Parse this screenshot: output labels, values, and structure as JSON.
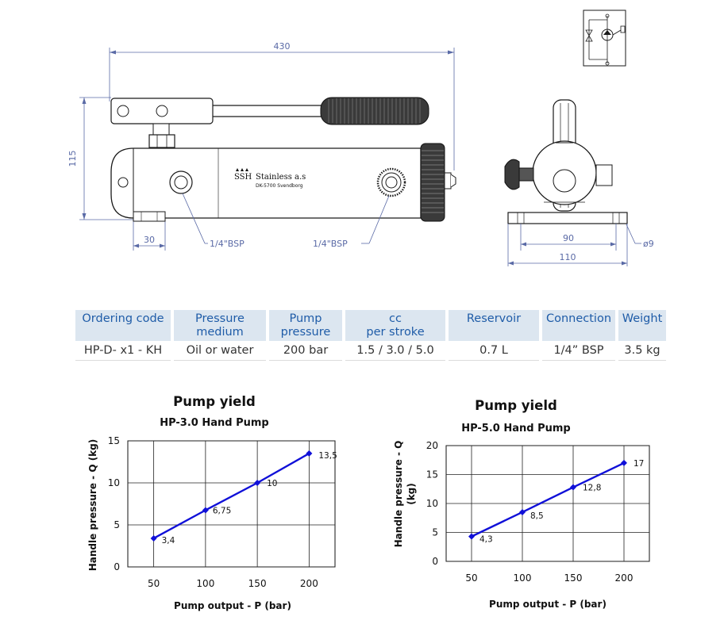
{
  "drawing": {
    "dims": {
      "length": "430",
      "height": "115",
      "foot": "30",
      "base_inner": "90",
      "base_outer": "110",
      "hole": "ø9"
    },
    "port_left": "1/4\"BSP",
    "port_right": "1/4\"BSP",
    "nameplate": {
      "logo": "SSH",
      "company": "Stainless a.s",
      "address": "DK-5700 Svendborg"
    }
  },
  "table": {
    "headers": [
      [
        "Ordering code"
      ],
      [
        "Pressure",
        "medium"
      ],
      [
        "Pump",
        "pressure"
      ],
      [
        "cc",
        "per stroke"
      ],
      [
        "Reservoir"
      ],
      [
        "Connection"
      ],
      [
        "Weight"
      ]
    ],
    "row": [
      "HP-D- x1 - KH",
      "Oil or water",
      "200 bar",
      "1.5 / 3.0 / 5.0",
      "0.7 L",
      "1/4” BSP",
      "3.5 kg"
    ]
  },
  "chart_data": [
    {
      "type": "line",
      "title": "Pump yield",
      "subtitle": "HP-3.0 Hand Pump",
      "xlabel": "Pump output - P (bar)",
      "ylabel": "Handle pressure - Q (kg)",
      "x": [
        50,
        100,
        150,
        200
      ],
      "values": [
        3.4,
        6.75,
        10,
        13.5
      ],
      "data_labels": [
        "3,4",
        "6,75",
        "10",
        "13,5"
      ],
      "xticks": [
        "50",
        "100",
        "150",
        "200"
      ],
      "yticks": [
        "0",
        "5",
        "10",
        "15"
      ],
      "xlim": [
        25,
        225
      ],
      "ylim": [
        0,
        15
      ],
      "grid": true,
      "line_color": "#1010d8"
    },
    {
      "type": "line",
      "title": "Pump yield",
      "subtitle": "HP-5.0 Hand Pump",
      "xlabel": "Pump output - P (bar)",
      "ylabel_lines": [
        "Handle pressure - Q",
        "(kg)"
      ],
      "x": [
        50,
        100,
        150,
        200
      ],
      "values": [
        4.3,
        8.5,
        12.8,
        17
      ],
      "data_labels": [
        "4,3",
        "8,5",
        "12,8",
        "17"
      ],
      "xticks": [
        "50",
        "100",
        "150",
        "200"
      ],
      "yticks": [
        "0",
        "5",
        "10",
        "15",
        "20"
      ],
      "xlim": [
        25,
        225
      ],
      "ylim": [
        0,
        20
      ],
      "grid": true,
      "line_color": "#1010d8"
    }
  ]
}
